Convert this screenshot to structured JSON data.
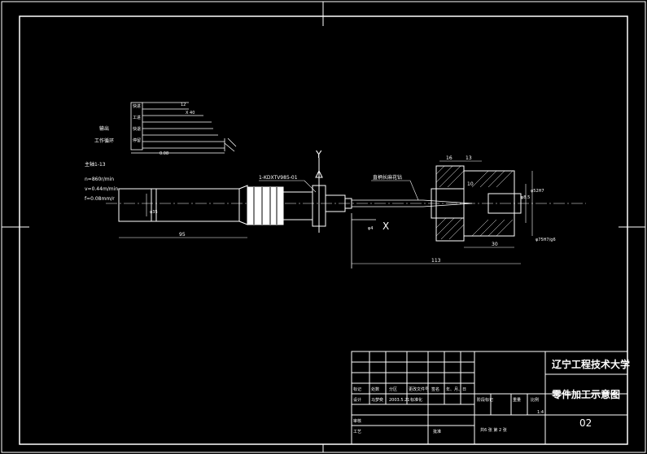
{
  "left_notes": {
    "line1": "输出",
    "line2": "工作循环",
    "line3": "主轴1-13",
    "line4": "n=860r/min",
    "line5": "v=0.44m/min",
    "line6": "f=0.08mm/r"
  },
  "labels": {
    "spindle_model": "1-KDXTV985-01",
    "tool_note": "直柄长麻花钻",
    "y_axis": "Y",
    "x_axis": "X",
    "tool_dia": "φ35",
    "shaft_len": "95",
    "total_len": "113",
    "dim_16": "16",
    "dim_13": "13",
    "dim_10": "10",
    "dim_30": "30",
    "dim_tol_1": "φ8.5",
    "dim_tol_2": "φ52H7",
    "dim_tol_3": "φ75H7/g6",
    "dim_tol_4": "φ4"
  },
  "cycle_diagram": {
    "rows": [
      "快进",
      "工进",
      "快退",
      "停留"
    ],
    "values": [
      "0.08",
      "12",
      "X 40"
    ]
  },
  "title_block": {
    "university": "辽宁工程技术大学",
    "drawing_title": "零件加工示意图",
    "drawing_no": "02",
    "scale": "1:4",
    "sheets": "共6 张 第 2 张",
    "header_row": [
      "标记",
      "处数",
      "分区",
      "更改文件号",
      "签名",
      "年、月、日"
    ],
    "design_row": [
      "设计",
      "马梦奕",
      "2003.5.21",
      "标准化"
    ],
    "stage_labels": [
      "阶段标记",
      "重量",
      "比例"
    ],
    "bottom_left": [
      "审核",
      "工艺"
    ],
    "approve": "批准"
  }
}
